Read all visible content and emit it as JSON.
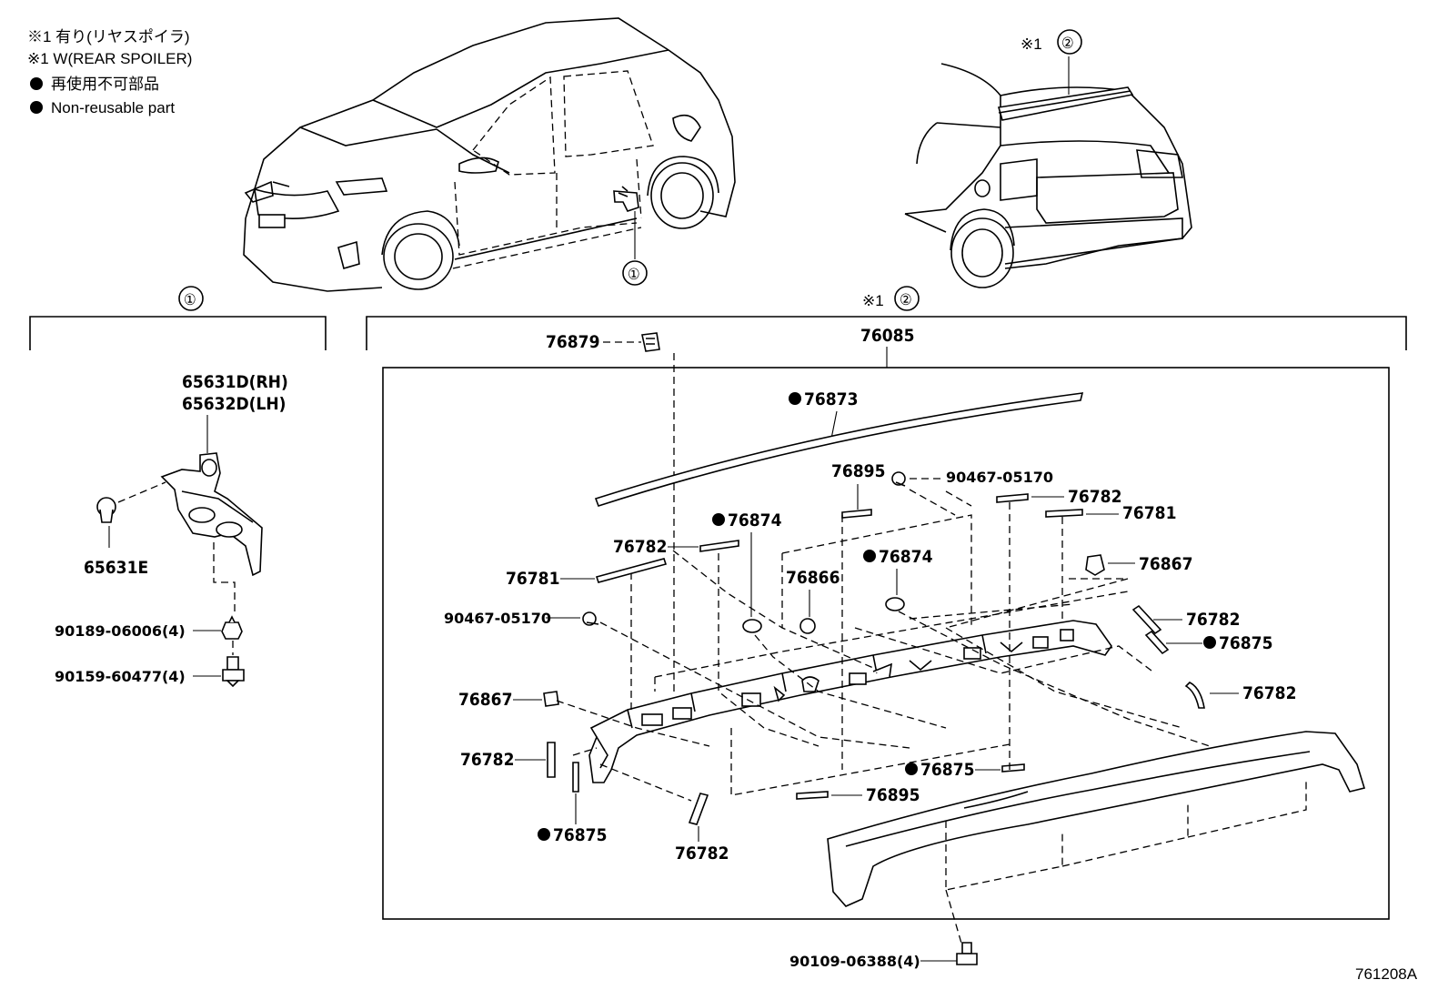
{
  "legend": {
    "note_jp": "※1 有り(リヤスポイラ)",
    "note_en": "※1 W(REAR SPOILER)",
    "bullet_jp": "再使用不可部品",
    "bullet_en": "Non-reusable part"
  },
  "callouts": {
    "one": "①",
    "two": "②",
    "star_one": "※1",
    "star_one_two": "※1②"
  },
  "section1": {
    "bracket_rh": "65631D(RH)",
    "bracket_lh": "65632D(LH)",
    "clip": "65631E",
    "nut": "90189-06006(4)",
    "screw": "90159-60477(4)"
  },
  "section2": {
    "assembly": "76085",
    "p76879": "76879",
    "p76873": "76873",
    "p76895_top": "76895",
    "p90467_top": "90467-05170",
    "p76782_tr": "76782",
    "p76781_tr": "76781",
    "p76874_l": "76874",
    "p76782_l": "76782",
    "p76781_l": "76781",
    "p76866": "76866",
    "p76874_r": "76874",
    "p76867_r": "76867",
    "p90467_l": "90467-05170",
    "p76782_r1": "76782",
    "p76875_r": "76875",
    "p76867_l": "76867",
    "p76782_r2": "76782",
    "p76782_ll": "76782",
    "p76875_m": "76875",
    "p76895_b": "76895",
    "p76875_l": "76875",
    "p76782_b": "76782",
    "bolt": "90109-06388(4)"
  },
  "figure_code": "761208A"
}
